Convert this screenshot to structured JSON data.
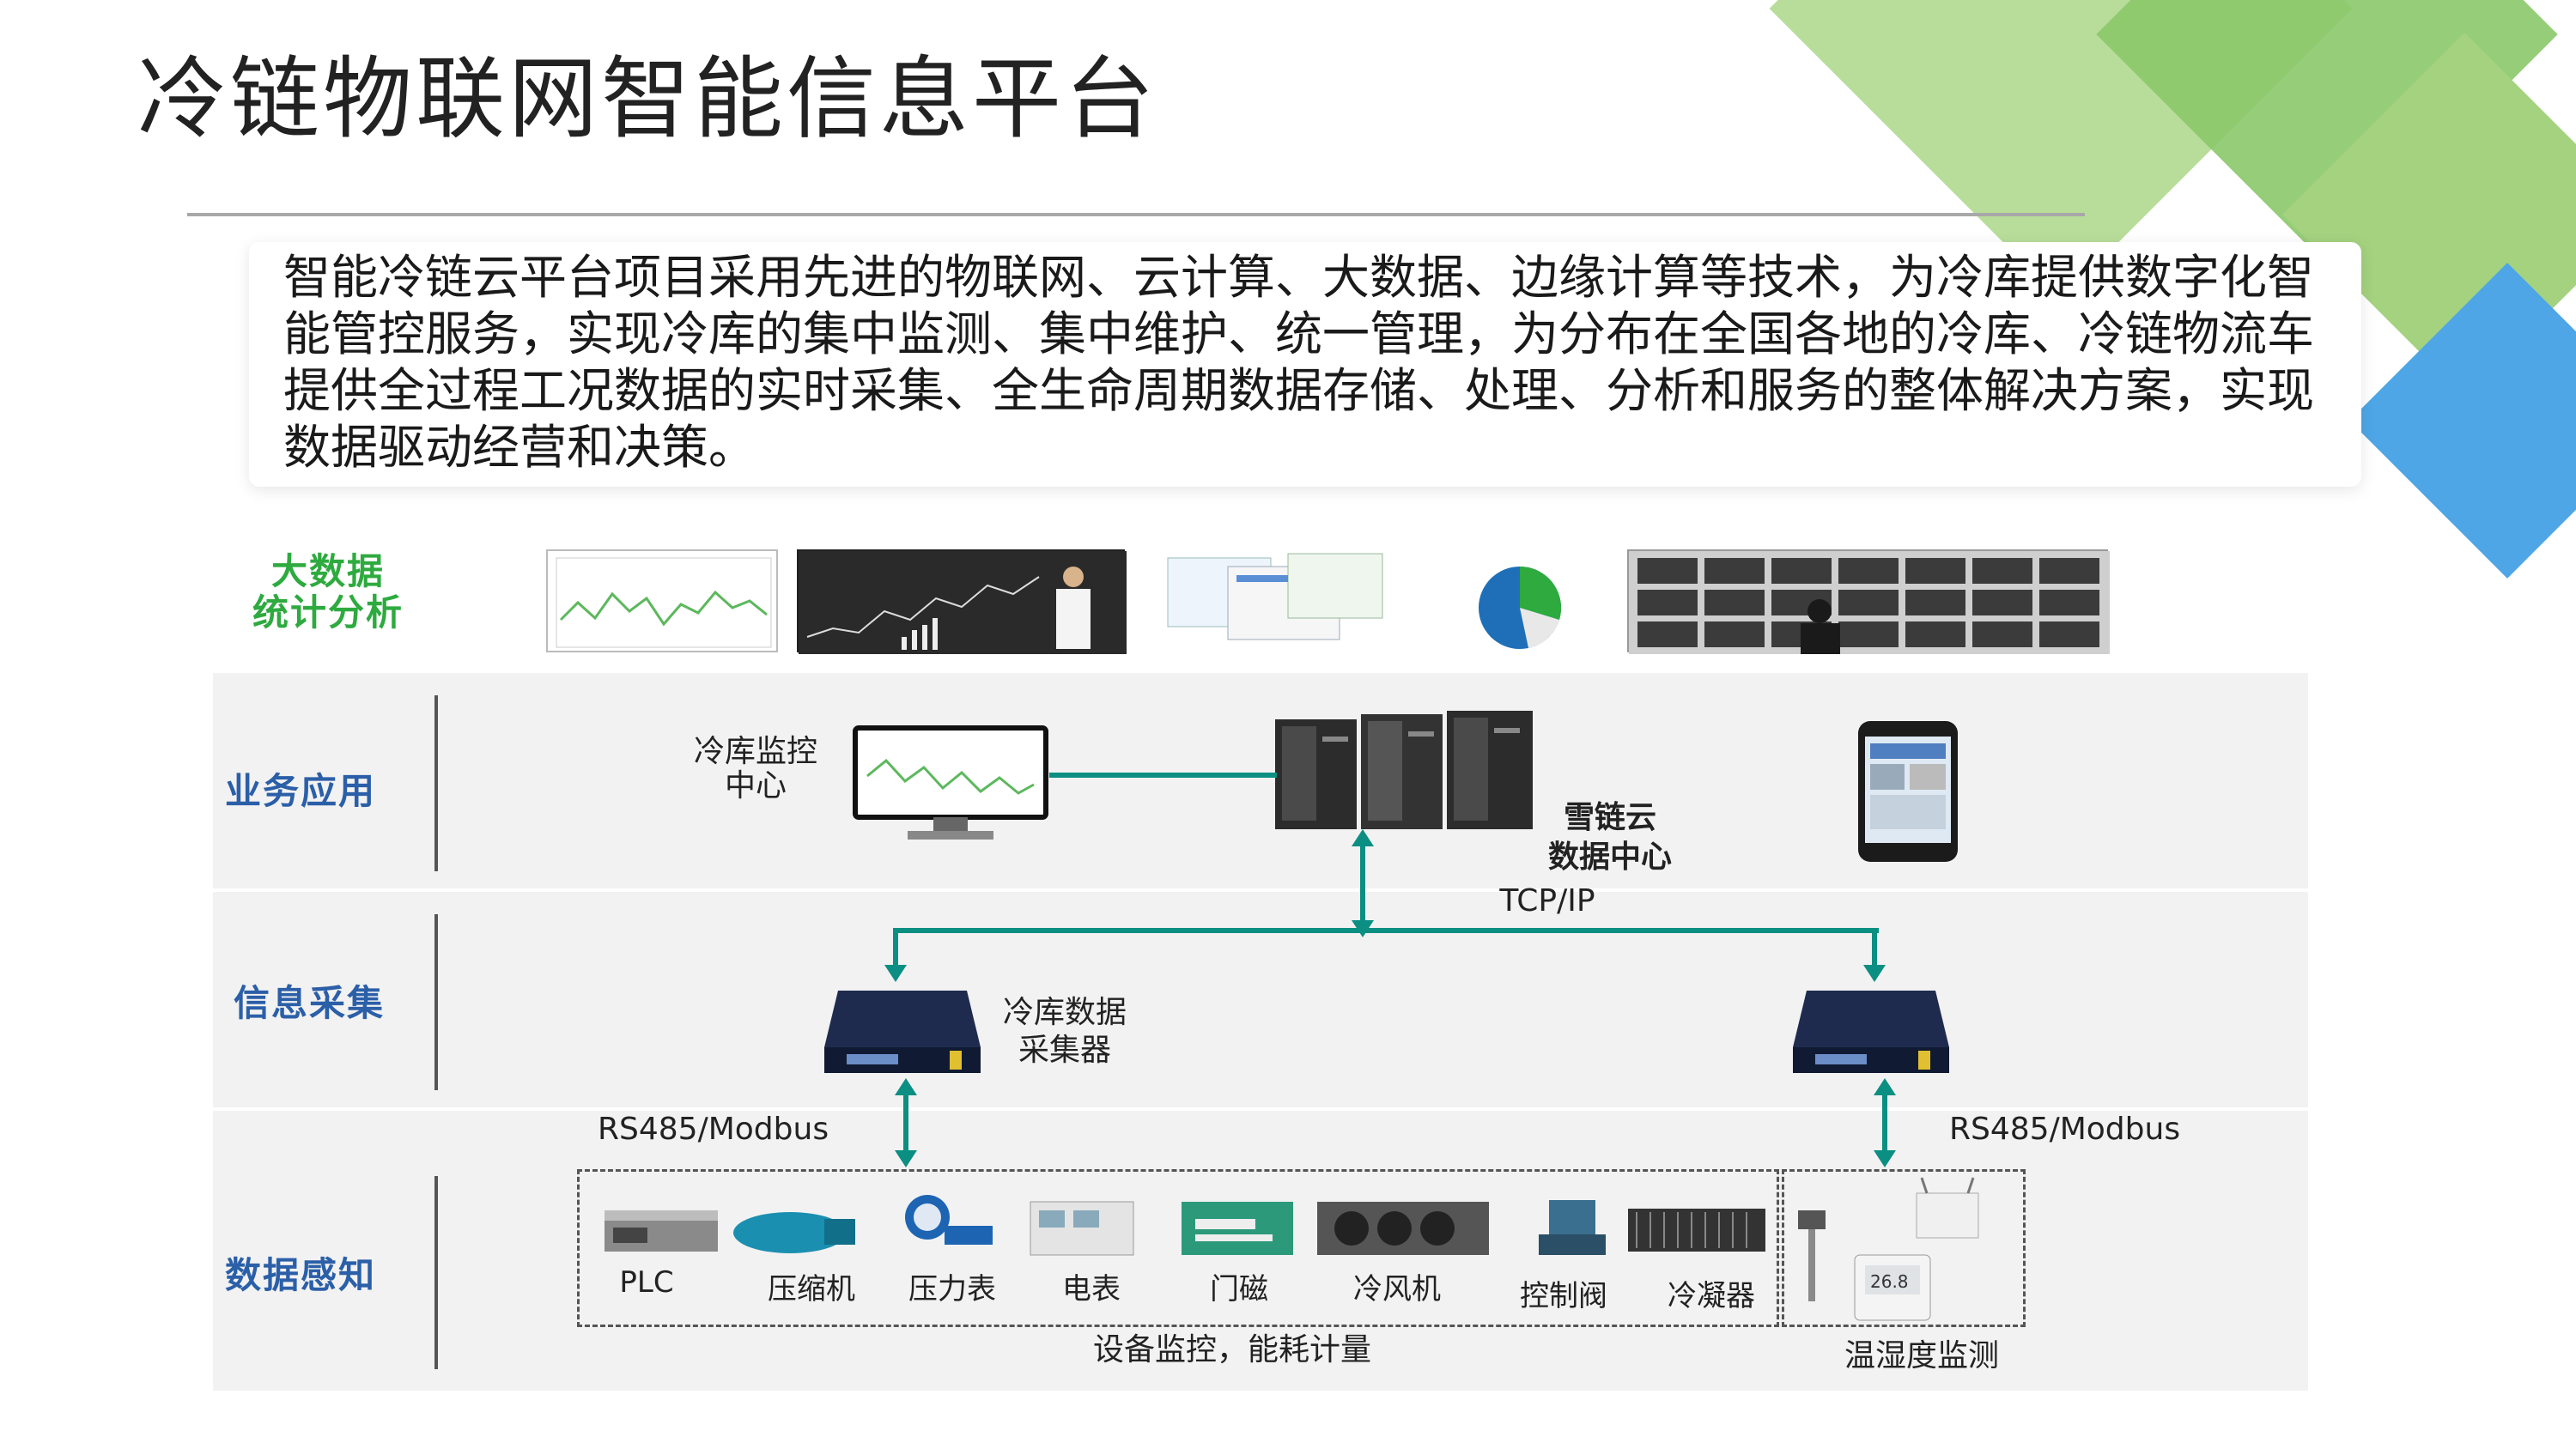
{
  "page": {
    "title": "冷链物联网智能信息平台",
    "intro": "智能冷链云平台项目采用先进的物联网、云计算、大数据、边缘计算等技术，为冷库提供数字化智能管控服务，实现冷库的集中监测、集中维护、统一管理，为分布在全国各地的冷库、冷链物流车提供全过程工况数据的实时采集、全生命周期数据存储、处理、分析和服务的整体解决方案，实现数据驱动经营和决策。"
  },
  "layers": {
    "analytics": "大数据\n统计分析",
    "business": "业务应用",
    "collection": "信息采集",
    "sensing": "数据感知"
  },
  "nodes": {
    "monitor_center": "冷库监控\n中心",
    "data_center": "雪链云\n数据中心",
    "protocol_tcp": "TCP/IP",
    "collector": "冷库数据\n采集器",
    "protocol_rs_left": "RS485/Modbus",
    "protocol_rs_right": "RS485/Modbus"
  },
  "devices": [
    "PLC",
    "压缩机",
    "压力表",
    "电表",
    "门磁",
    "冷风机",
    "控制阀",
    "冷凝器"
  ],
  "groups": {
    "equipment": "设备监控，能耗计量",
    "temp_humidity": "温湿度监测"
  },
  "colors": {
    "accent_green": "#2eaa3f",
    "layer_blue": "#2b5fa8",
    "line_teal": "#0b8f82",
    "deco_green": "#8bc86a",
    "deco_blue": "#4ea6e6"
  }
}
